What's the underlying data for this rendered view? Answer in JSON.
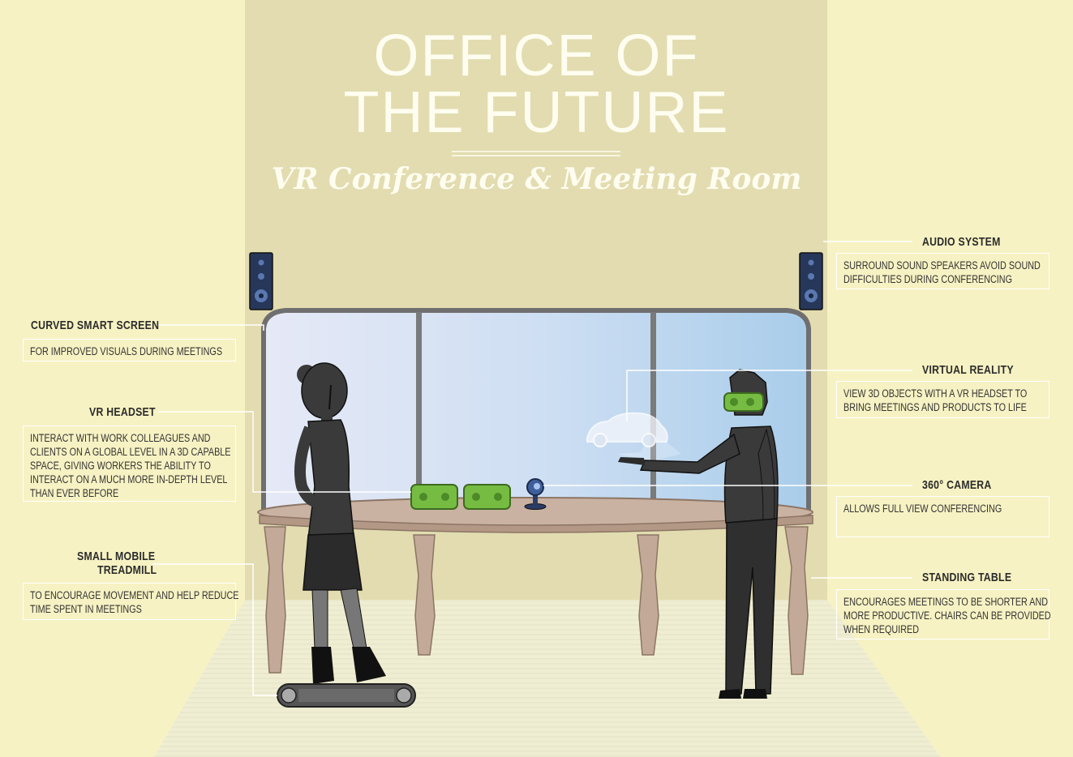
{
  "title": {
    "line1": "OFFICE OF",
    "line2": "THE FUTURE",
    "subtitle": "VR Conference & Meeting Room"
  },
  "annotations": {
    "curved_screen": {
      "heading": "CURVED SMART SCREEN",
      "text": "FOR IMPROVED VISUALS DURING MEETINGS"
    },
    "vr_headset": {
      "heading": "VR HEADSET",
      "text": "INTERACT WITH WORK COLLEAGUES AND\nCLIENTS ON A GLOBAL LEVEL IN A 3D CAPABLE\nSPACE, GIVING WORKERS THE ABILITY TO\nINTERACT ON A MUCH MORE IN-DEPTH LEVEL\nTHAN EVER BEFORE"
    },
    "treadmill": {
      "heading_line1": "SMALL MOBILE",
      "heading_line2": "TREADMILL",
      "text": "TO ENCOURAGE MOVEMENT AND HELP REDUCE\nTIME SPENT IN MEETINGS"
    },
    "audio_system": {
      "heading": "AUDIO SYSTEM",
      "text": "SURROUND SOUND SPEAKERS AVOID SOUND\nDIFFICULTIES DURING CONFERENCING"
    },
    "virtual_reality": {
      "heading": "VIRTUAL REALITY",
      "text": "VIEW 3D OBJECTS WITH A VR HEADSET TO\nBRING MEETINGS AND PRODUCTS TO LIFE"
    },
    "camera_360": {
      "heading": "360° CAMERA",
      "text": "ALLOWS FULL VIEW CONFERENCING"
    },
    "standing_table": {
      "heading": "STANDING TABLE",
      "text": "ENCOURAGES MEETINGS TO BE SHORTER AND\nMORE PRODUCTIVE. CHAIRS CAN BE PROVIDED\nWHEN REQUIRED"
    }
  },
  "colors": {
    "side_wall": "#f7f2c3",
    "back_wall": "#e2dcb0",
    "floor": "#f1efd3",
    "screen": "#c9dcf2",
    "table": "#c3aa98",
    "headset_green": "#76bc43",
    "figure_dark": "#3a3a3a",
    "speaker": "#26375a"
  }
}
